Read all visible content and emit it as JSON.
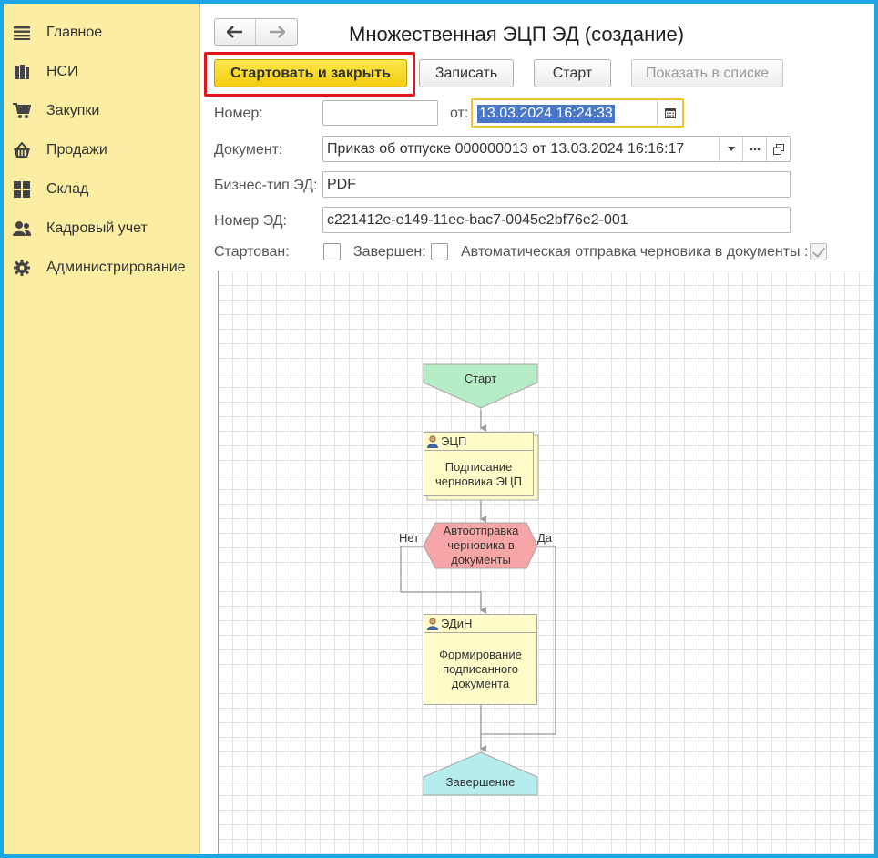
{
  "sidebar": {
    "items": [
      {
        "label": "Главное",
        "icon": "menu-lines-icon"
      },
      {
        "label": "НСИ",
        "icon": "books-icon"
      },
      {
        "label": "Закупки",
        "icon": "cart-icon"
      },
      {
        "label": "Продажи",
        "icon": "basket-icon"
      },
      {
        "label": "Склад",
        "icon": "grid-icon"
      },
      {
        "label": "Кадровый учет",
        "icon": "people-icon"
      },
      {
        "label": "Администрирование",
        "icon": "gear-icon"
      }
    ]
  },
  "header": {
    "title": "Множественная ЭЦП ЭД (создание)",
    "back_label": "🡐",
    "forward_label": "🡒"
  },
  "toolbar": {
    "start_close_label": "Стартовать и закрыть",
    "save_label": "Записать",
    "start_label": "Старт",
    "show_in_list_label": "Показать в списке"
  },
  "form": {
    "number_label": "Номер:",
    "number_value": "",
    "date_label": "от:",
    "date_value": "13.03.2024 16:24:33",
    "document_label": "Документ:",
    "document_value": "Приказ об отпуске 000000013 от 13.03.2024 16:16:17",
    "business_type_label": "Бизнес-тип ЭД:",
    "business_type_value": "PDF",
    "ed_number_label": "Номер ЭД:",
    "ed_number_value": "c221412e-e149-11ee-bac7-0045e2bf76e2-001",
    "started_label": "Стартован:",
    "started_checked": false,
    "finished_label": "Завершен:",
    "finished_checked": false,
    "auto_send_label": "Автоматическая отправка черновика в документы :",
    "auto_send_checked": true
  },
  "diagram": {
    "start": "Старт",
    "task1_role": "ЭЦП",
    "task1_text": "Подписание черновика ЭЦП",
    "condition": "Автоотправка черновика в документы",
    "no_label": "Нет",
    "yes_label": "Да",
    "task2_role": "ЭДиН",
    "task2_text": "Формирование подписанного документа",
    "end": "Завершение"
  },
  "colors": {
    "accent": "#f2cc0c",
    "sidebar_bg": "#fbeda2",
    "frame": "#1ca6e6",
    "highlight": "#e0161b",
    "start_node": "#b6ecc6",
    "condition_node": "#f6a6a6",
    "task_node": "#fffcc9",
    "end_node": "#b6ecee"
  }
}
